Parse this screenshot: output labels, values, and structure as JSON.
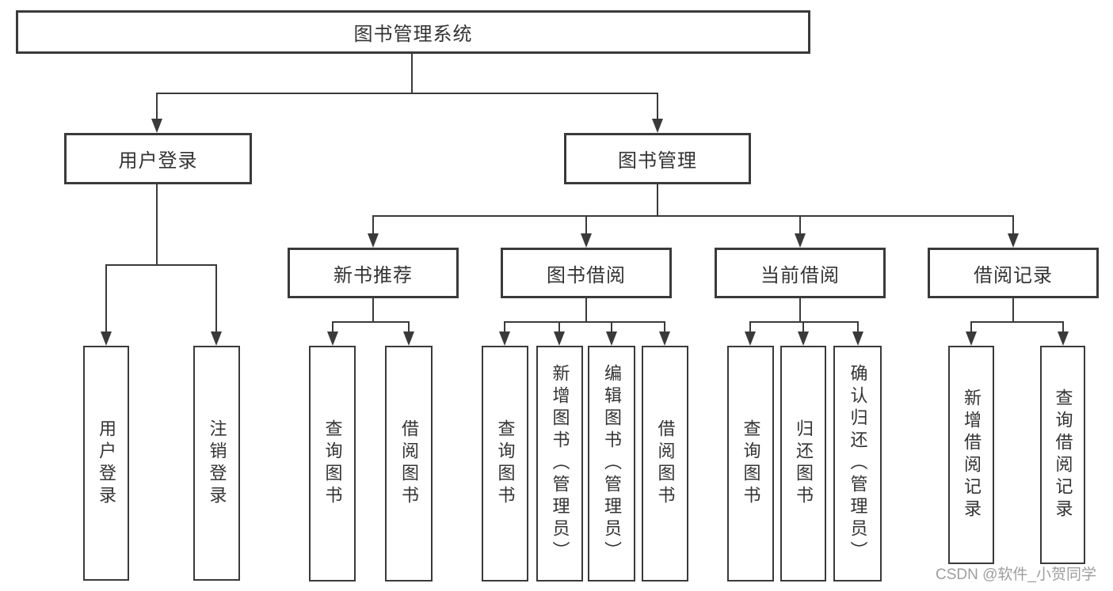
{
  "tree": {
    "root": {
      "label": "图书管理系统",
      "children": [
        {
          "label": "用户登录",
          "children": [
            {
              "label": "用户登录"
            },
            {
              "label": "注销登录"
            }
          ]
        },
        {
          "label": "图书管理",
          "children": [
            {
              "label": "新书推荐",
              "children": [
                {
                  "label": "查询图书"
                },
                {
                  "label": "借阅图书"
                }
              ]
            },
            {
              "label": "图书借阅",
              "children": [
                {
                  "label": "查询图书"
                },
                {
                  "label": "新增图书（管理员）"
                },
                {
                  "label": "编辑图书（管理员）"
                },
                {
                  "label": "借阅图书"
                }
              ]
            },
            {
              "label": "当前借阅",
              "children": [
                {
                  "label": "查询图书"
                },
                {
                  "label": "归还图书"
                },
                {
                  "label": "确认归还（管理员）"
                }
              ]
            },
            {
              "label": "借阅记录",
              "children": [
                {
                  "label": "新增借阅记录"
                },
                {
                  "label": "查询借阅记录"
                }
              ]
            }
          ]
        }
      ]
    }
  },
  "watermark": {
    "text": "CSDN @软件_小贺同学"
  },
  "colors": {
    "line": "#3a3a3a",
    "text": "#333333",
    "background": "#ffffff",
    "watermark": "#9e9e9e"
  }
}
